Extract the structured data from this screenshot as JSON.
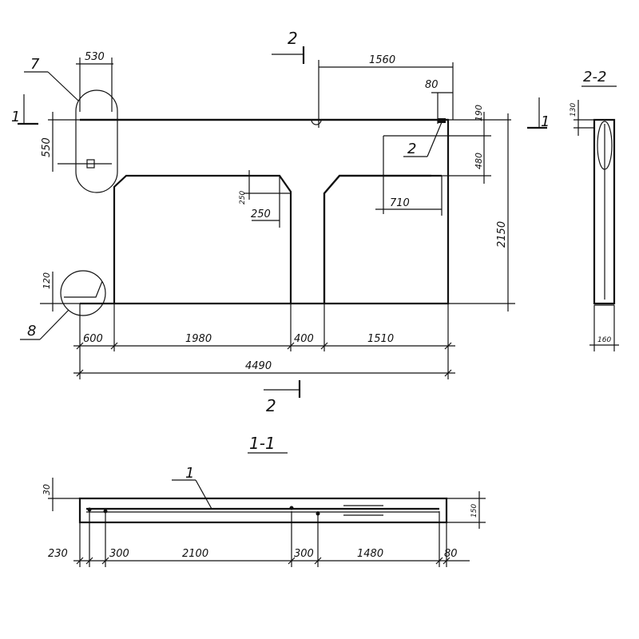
{
  "plan": {
    "dims": {
      "top_530": "530",
      "top_1560": "1560",
      "top_80": "80",
      "right_190": "190",
      "right_480": "480",
      "right_2150": "2150",
      "mid_710": "710",
      "left_550": "550",
      "left_120": "120",
      "notch_250_v": "250",
      "notch_250_h": "250",
      "bottom_600": "600",
      "bottom_1980": "1980",
      "bottom_400": "400",
      "bottom_1510": "1510",
      "overall_4490": "4490"
    },
    "callouts": {
      "c7": "7",
      "c8": "8",
      "c2": "2"
    },
    "section_marks": {
      "left_1": "1",
      "right_1": "1",
      "top_2": "2",
      "bottom_2": "2"
    }
  },
  "section_2_2": {
    "title": "2-2",
    "dims": {
      "d130": "130",
      "d160": "160"
    }
  },
  "section_1_1": {
    "title": "1-1",
    "callout": "1",
    "dims": {
      "d30": "30",
      "d150": "150",
      "d230": "230",
      "d300a": "300",
      "d2100": "2100",
      "d300b": "300",
      "d1480": "1480",
      "d80": "80"
    }
  }
}
